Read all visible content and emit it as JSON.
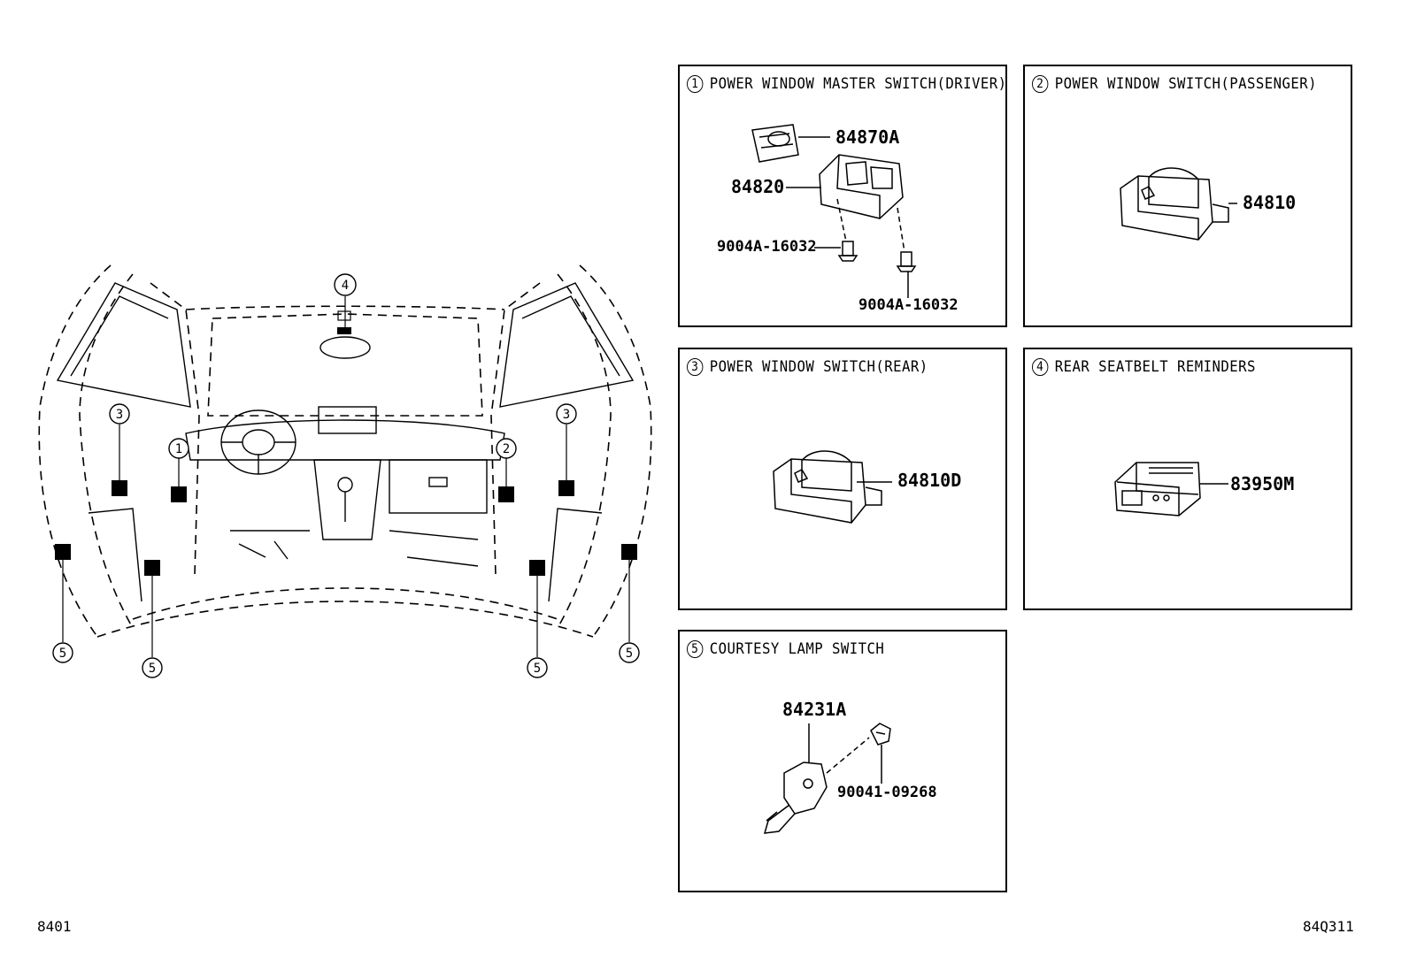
{
  "overview": {
    "callouts": [
      "1",
      "2",
      "3",
      "3",
      "4",
      "5",
      "5",
      "5",
      "5"
    ]
  },
  "panels": [
    {
      "num": "1",
      "title": "POWER WINDOW MASTER SWITCH(DRIVER)",
      "parts": [
        "84870A",
        "84820",
        "9004A-16032",
        "9004A-16032"
      ]
    },
    {
      "num": "2",
      "title": "POWER WINDOW SWITCH(PASSENGER)",
      "parts": [
        "84810"
      ]
    },
    {
      "num": "3",
      "title": "POWER WINDOW SWITCH(REAR)",
      "parts": [
        "84810D"
      ]
    },
    {
      "num": "4",
      "title": "REAR SEATBELT REMINDERS",
      "parts": [
        "83950M"
      ]
    },
    {
      "num": "5",
      "title": "COURTESY LAMP SWITCH",
      "parts": [
        "84231A",
        "90041-09268"
      ]
    }
  ],
  "footer": {
    "left_code": "8401",
    "right_code": "84Q311"
  }
}
